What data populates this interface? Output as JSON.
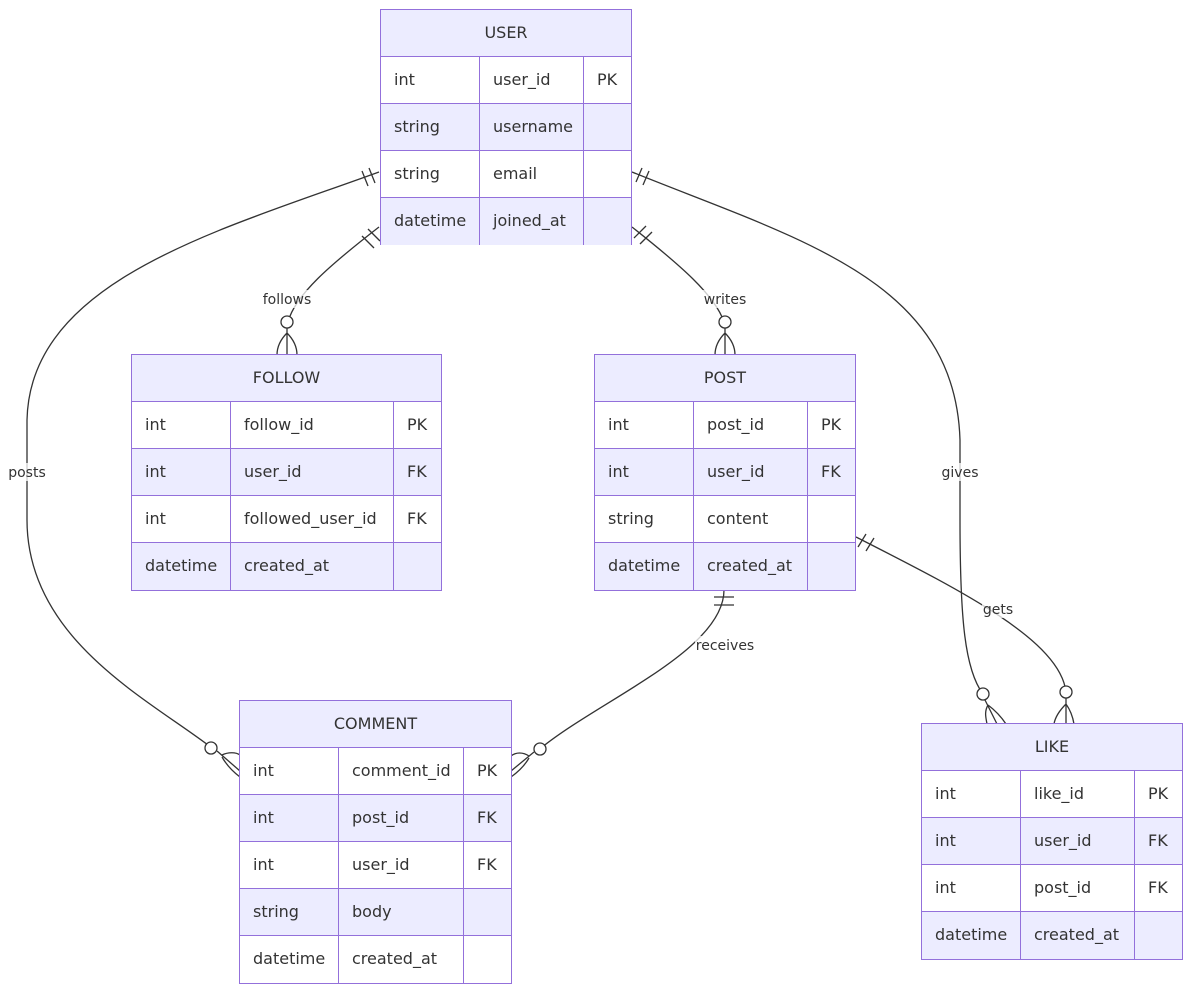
{
  "entities": {
    "user": {
      "name": "USER",
      "attributes": [
        {
          "type": "int",
          "name": "user_id",
          "key": "PK"
        },
        {
          "type": "string",
          "name": "username",
          "key": ""
        },
        {
          "type": "string",
          "name": "email",
          "key": ""
        },
        {
          "type": "datetime",
          "name": "joined_at",
          "key": ""
        }
      ]
    },
    "follow": {
      "name": "FOLLOW",
      "attributes": [
        {
          "type": "int",
          "name": "follow_id",
          "key": "PK"
        },
        {
          "type": "int",
          "name": "user_id",
          "key": "FK"
        },
        {
          "type": "int",
          "name": "followed_user_id",
          "key": "FK"
        },
        {
          "type": "datetime",
          "name": "created_at",
          "key": ""
        }
      ]
    },
    "post": {
      "name": "POST",
      "attributes": [
        {
          "type": "int",
          "name": "post_id",
          "key": "PK"
        },
        {
          "type": "int",
          "name": "user_id",
          "key": "FK"
        },
        {
          "type": "string",
          "name": "content",
          "key": ""
        },
        {
          "type": "datetime",
          "name": "created_at",
          "key": ""
        }
      ]
    },
    "comment": {
      "name": "COMMENT",
      "attributes": [
        {
          "type": "int",
          "name": "comment_id",
          "key": "PK"
        },
        {
          "type": "int",
          "name": "post_id",
          "key": "FK"
        },
        {
          "type": "int",
          "name": "user_id",
          "key": "FK"
        },
        {
          "type": "string",
          "name": "body",
          "key": ""
        },
        {
          "type": "datetime",
          "name": "created_at",
          "key": ""
        }
      ]
    },
    "like": {
      "name": "LIKE",
      "attributes": [
        {
          "type": "int",
          "name": "like_id",
          "key": "PK"
        },
        {
          "type": "int",
          "name": "user_id",
          "key": "FK"
        },
        {
          "type": "int",
          "name": "post_id",
          "key": "FK"
        },
        {
          "type": "datetime",
          "name": "created_at",
          "key": ""
        }
      ]
    }
  },
  "relationships": {
    "follows": {
      "label": "follows",
      "from": "USER",
      "to": "FOLLOW",
      "from_cardinality": "exactly-one",
      "to_cardinality": "zero-or-many"
    },
    "writes": {
      "label": "writes",
      "from": "USER",
      "to": "POST",
      "from_cardinality": "exactly-one",
      "to_cardinality": "zero-or-many"
    },
    "posts": {
      "label": "posts",
      "from": "USER",
      "to": "COMMENT",
      "from_cardinality": "exactly-one",
      "to_cardinality": "zero-or-many"
    },
    "gives": {
      "label": "gives",
      "from": "USER",
      "to": "LIKE",
      "from_cardinality": "exactly-one",
      "to_cardinality": "zero-or-many"
    },
    "receives": {
      "label": "receives",
      "from": "POST",
      "to": "COMMENT",
      "from_cardinality": "exactly-one",
      "to_cardinality": "zero-or-many"
    },
    "gets": {
      "label": "gets",
      "from": "POST",
      "to": "LIKE",
      "from_cardinality": "exactly-one",
      "to_cardinality": "zero-or-many"
    }
  },
  "colors": {
    "entity_border": "#9370db",
    "entity_fill": "#ececff",
    "row_alt_fill": "#ffffff",
    "line": "#333333",
    "text": "#333333"
  }
}
